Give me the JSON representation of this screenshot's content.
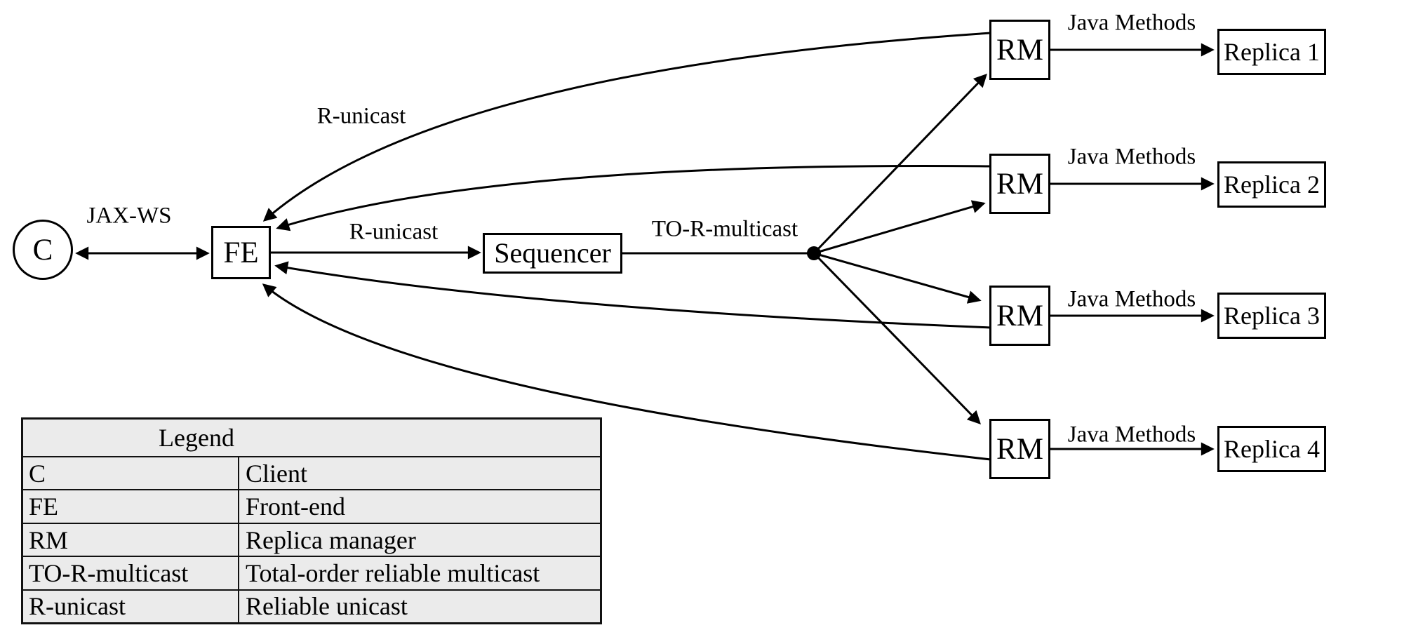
{
  "colors": {
    "stroke": "#000000",
    "node_fill": "#ffffff",
    "legend_background": "#ebebeb"
  },
  "nodes": {
    "client": "C",
    "frontend": "FE",
    "sequencer": "Sequencer",
    "rm": [
      "RM",
      "RM",
      "RM",
      "RM"
    ],
    "replicas": [
      "Replica 1",
      "Replica 2",
      "Replica 3",
      "Replica 4"
    ]
  },
  "edge_labels": {
    "jax_ws": "JAX-WS",
    "r_unicast_return": "R-unicast",
    "r_unicast_forward": "R-unicast",
    "to_r_multicast": "TO-R-multicast",
    "java_methods": [
      "Java Methods",
      "Java Methods",
      "Java Methods",
      "Java Methods"
    ]
  },
  "legend": {
    "title": "Legend",
    "rows": [
      {
        "term": "C",
        "definition": "Client"
      },
      {
        "term": "FE",
        "definition": "Front-end"
      },
      {
        "term": "RM",
        "definition": "Replica manager"
      },
      {
        "term": "TO-R-multicast",
        "definition": "Total-order reliable multicast"
      },
      {
        "term": "R-unicast",
        "definition": "Reliable unicast"
      }
    ]
  }
}
